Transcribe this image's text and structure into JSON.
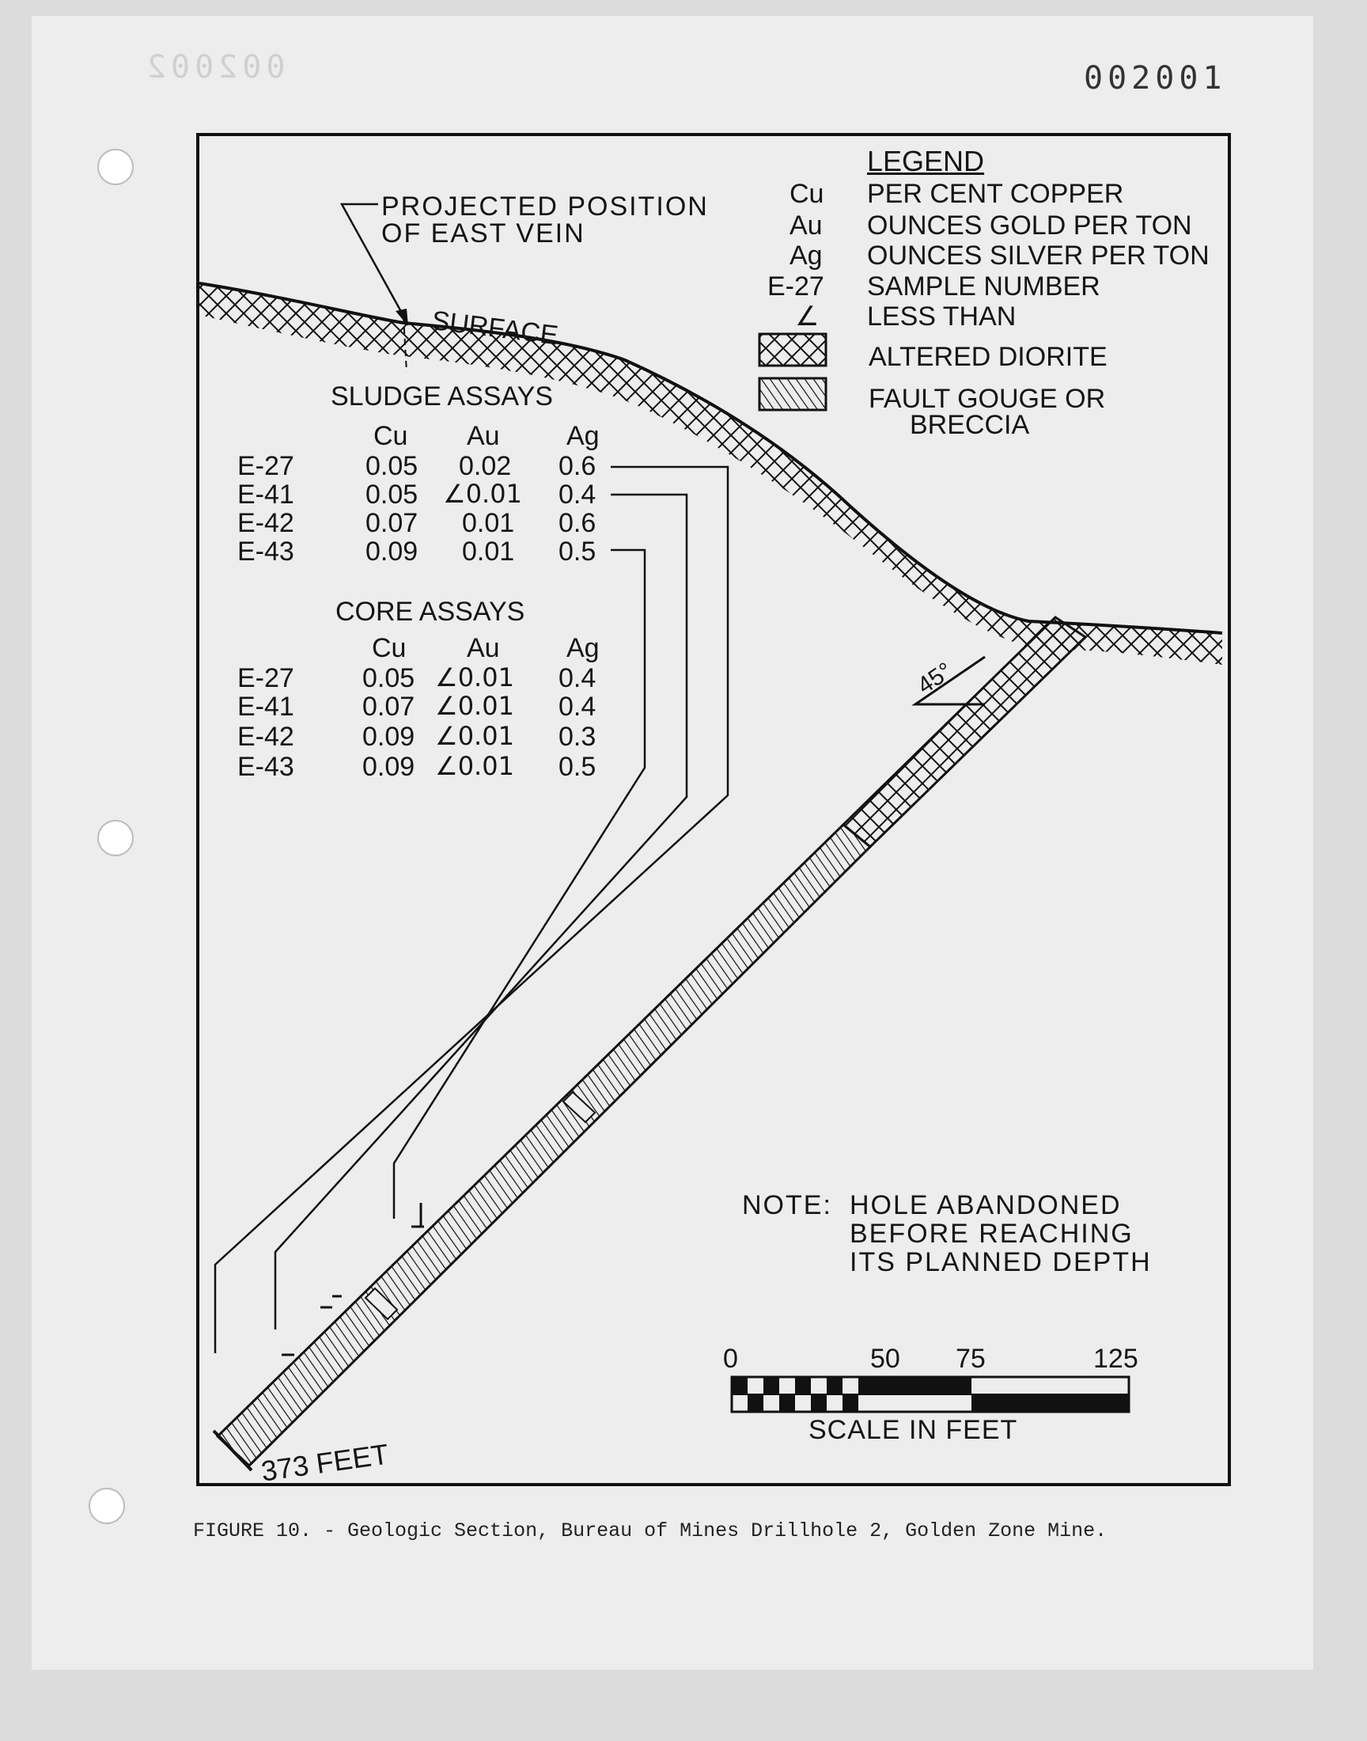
{
  "page_numbers": {
    "main": "002001",
    "bleed": "002002"
  },
  "legend": {
    "title": "LEGEND",
    "items": [
      {
        "symbol": "Cu",
        "text": "PER CENT COPPER"
      },
      {
        "symbol": "Au",
        "text": "OUNCES GOLD PER TON"
      },
      {
        "symbol": "Ag",
        "text": "OUNCES SILVER PER TON"
      },
      {
        "symbol": "E-27",
        "text": "SAMPLE NUMBER"
      },
      {
        "symbol": "∠",
        "text": "LESS THAN"
      }
    ],
    "altered_diorite": "ALTERED DIORITE",
    "fault_gouge_1": "FAULT GOUGE OR",
    "fault_gouge_2": "BRECCIA"
  },
  "vein_label_1": "PROJECTED POSITION",
  "vein_label_2": "OF EAST VEIN",
  "surface_label": "SURFACE",
  "angle_label": "45°",
  "depth_label": "373 FEET",
  "note": {
    "label": "NOTE:",
    "line1": "HOLE ABANDONED",
    "line2": "BEFORE REACHING",
    "line3": "ITS PLANNED DEPTH"
  },
  "sludge": {
    "title": "SLUDGE ASSAYS",
    "headers": [
      "Cu",
      "Au",
      "Ag"
    ],
    "rows": [
      {
        "sample": "E-27",
        "cu": "0.05",
        "au": "0.02",
        "ag": "0.6"
      },
      {
        "sample": "E-41",
        "cu": "0.05",
        "au": "∠0.01",
        "ag": "0.4"
      },
      {
        "sample": "E-42",
        "cu": "0.07",
        "au": "0.01",
        "ag": "0.6"
      },
      {
        "sample": "E-43",
        "cu": "0.09",
        "au": "0.01",
        "ag": "0.5"
      }
    ]
  },
  "core": {
    "title": "CORE ASSAYS",
    "headers": [
      "Cu",
      "Au",
      "Ag"
    ],
    "rows": [
      {
        "sample": "E-27",
        "cu": "0.05",
        "au": "∠0.01",
        "ag": "0.4"
      },
      {
        "sample": "E-41",
        "cu": "0.07",
        "au": "∠0.01",
        "ag": "0.4"
      },
      {
        "sample": "E-42",
        "cu": "0.09",
        "au": "∠0.01",
        "ag": "0.3"
      },
      {
        "sample": "E-43",
        "cu": "0.09",
        "au": "∠0.01",
        "ag": "0.5"
      }
    ]
  },
  "scale": {
    "ticks": [
      "0",
      "50",
      "75",
      "125"
    ],
    "title": "SCALE IN FEET"
  },
  "caption": "FIGURE 10. - Geologic Section, Bureau of Mines Drillhole 2, Golden Zone Mine."
}
